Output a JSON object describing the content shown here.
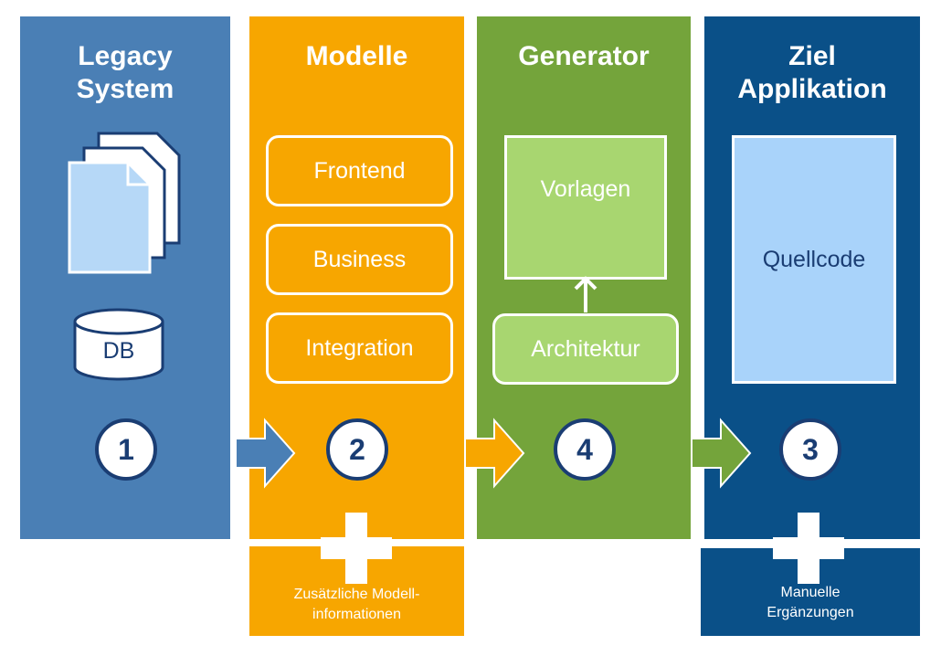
{
  "columns": {
    "legacy": {
      "title_line1": "Legacy",
      "title_line2": "System",
      "db_label": "DB",
      "step": "1",
      "color": "#4a7fb5"
    },
    "modelle": {
      "title": "Modelle",
      "items": [
        "Frontend",
        "Business",
        "Integration"
      ],
      "step": "2",
      "color": "#f7a600"
    },
    "generator": {
      "title": "Generator",
      "template_label": "Vorlagen",
      "architecture_label": "Architektur",
      "step": "4",
      "color": "#74a43b"
    },
    "ziel": {
      "title_line1": "Ziel",
      "title_line2": "Applikation",
      "source_label": "Quellcode",
      "step": "3",
      "color": "#0a5088"
    }
  },
  "notes": {
    "modelle_line1": "Zusätzliche Modell-",
    "modelle_line2": "informationen",
    "ziel_line1": "Manuelle",
    "ziel_line2": "Ergänzungen"
  },
  "icons": {
    "documents": "stacked-documents-icon",
    "database": "database-cylinder-icon",
    "arrow": "right-arrow-icon",
    "up_arrow": "up-arrow-icon",
    "plus": "plus-icon"
  }
}
